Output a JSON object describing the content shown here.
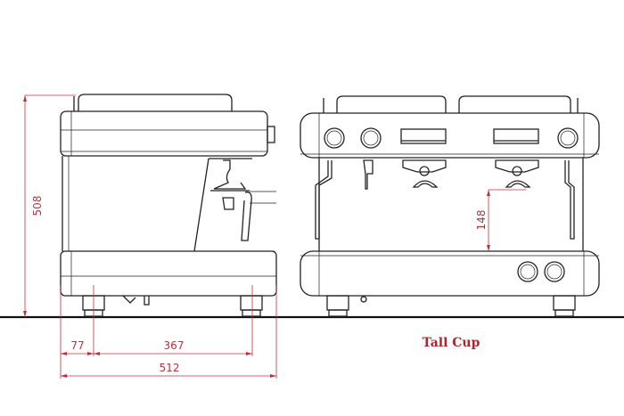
{
  "dimensions": {
    "height": "508",
    "foot_offset": "77",
    "foot_spacing": "367",
    "depth": "512",
    "cup_clearance": "148"
  },
  "caption": "Tall Cup",
  "colors": {
    "dimension": "#c0303a",
    "line": "#222222"
  }
}
